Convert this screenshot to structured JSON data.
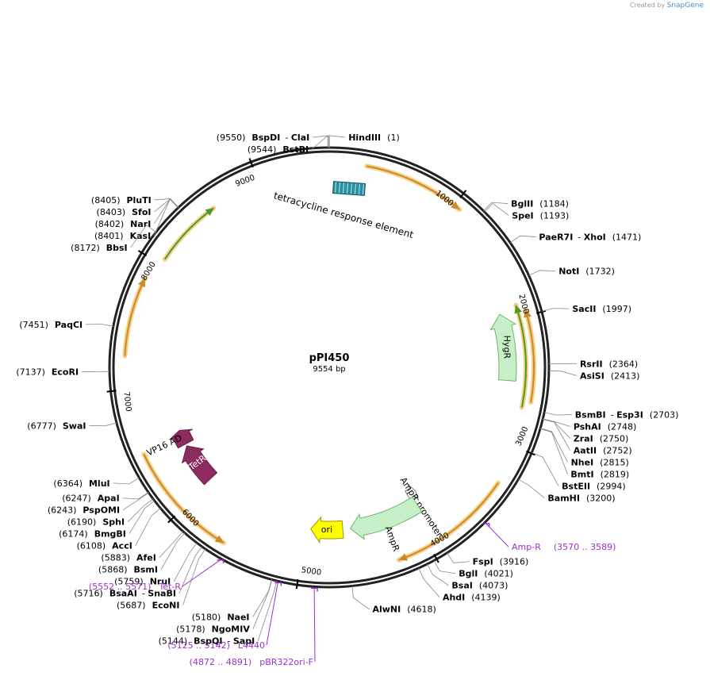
{
  "brand": {
    "created_by": "Created by",
    "logo": "SnapGene"
  },
  "plasmid": {
    "name": "pPI450",
    "length": "9554 bp",
    "total_bp": 9554
  },
  "ticks": [
    {
      "label": "1000",
      "bp": 1000
    },
    {
      "label": "2000",
      "bp": 2000
    },
    {
      "label": "3000",
      "bp": 3000
    },
    {
      "label": "4000",
      "bp": 4000
    },
    {
      "label": "5000",
      "bp": 5000
    },
    {
      "label": "6000",
      "bp": 6000
    },
    {
      "label": "7000",
      "bp": 7000
    },
    {
      "label": "8000",
      "bp": 8000
    },
    {
      "label": "9000",
      "bp": 9000
    }
  ],
  "features": [
    {
      "name": "tetracycline response element",
      "label": "tetracycline response element",
      "start": 9250,
      "end": 9554,
      "kind": "box",
      "color": "#2a8fa0"
    },
    {
      "name": "HygR",
      "label": "HygR",
      "start": 2500,
      "end": 1930,
      "kind": "arrow",
      "color": "#c8f0c8",
      "stroke": "#6bb56b"
    },
    {
      "name": "AmpR promoter",
      "label": "AmpR promoter",
      "start": 3940,
      "end": 3850,
      "kind": "arrow",
      "color": "#ffffff",
      "stroke": "#777777"
    },
    {
      "name": "AmpR",
      "label": "AmpR",
      "start": 3910,
      "end": 4580,
      "kind": "arrow",
      "color": "#c8f0c8",
      "stroke": "#6bb56b"
    },
    {
      "name": "ori",
      "label": "ori",
      "start": 4650,
      "end": 4950,
      "kind": "arrow",
      "color": "#ffff00",
      "stroke": "#999900"
    },
    {
      "name": "TetR",
      "label": "TetR",
      "start": 6020,
      "end": 6400,
      "kind": "arrow",
      "color": "#8c2b5e",
      "stroke": "#6a1e46"
    },
    {
      "name": "VP16 AD",
      "label": "VP16 AD",
      "start": 6420,
      "end": 6560,
      "kind": "arrow",
      "color": "#8c2b5e",
      "stroke": "#6a1e46"
    }
  ],
  "orfs": [
    {
      "name": "orf-1",
      "start": 280,
      "end": 1050,
      "color": "#c88a2b",
      "direction": 1
    },
    {
      "name": "orf-2",
      "start": 1950,
      "end": 2650,
      "color": "#c88a2b",
      "direction": -1
    },
    {
      "name": "orf-3",
      "start": 3300,
      "end": 4250,
      "color": "#c88a2b",
      "direction": 1
    },
    {
      "name": "orf-4",
      "start": 5600,
      "end": 6500,
      "color": "#c88a2b",
      "direction": -1
    },
    {
      "name": "orf-5",
      "start": 7250,
      "end": 7850,
      "color": "#c88a2b",
      "direction": 1
    },
    {
      "name": "green-1",
      "start": 1900,
      "end": 2700,
      "color": "#4a9a2a",
      "direction": -1
    },
    {
      "name": "green-2",
      "start": 8050,
      "end": 8600,
      "color": "#4a9a2a",
      "direction": 1
    }
  ],
  "sites": [
    {
      "name": "BspDI",
      "name2": "ClaI",
      "pos": "(9550)",
      "side": "left",
      "bp": 9550
    },
    {
      "name": "BstBI",
      "name2": "",
      "pos": "(9544)",
      "side": "left",
      "bp": 9544
    },
    {
      "name": "HindIII",
      "name2": "",
      "pos": "(1)",
      "side": "right",
      "bp": 1
    },
    {
      "name": "BglII",
      "name2": "",
      "pos": "(1184)",
      "side": "right",
      "bp": 1184
    },
    {
      "name": "SpeI",
      "name2": "",
      "pos": "(1193)",
      "side": "right",
      "bp": 1193
    },
    {
      "name": "PaeR7I",
      "name2": "XhoI",
      "pos": "(1471)",
      "side": "right",
      "bp": 1471
    },
    {
      "name": "NotI",
      "name2": "",
      "pos": "(1732)",
      "side": "right",
      "bp": 1732
    },
    {
      "name": "SacII",
      "name2": "",
      "pos": "(1997)",
      "side": "right",
      "bp": 1997
    },
    {
      "name": "RsrII",
      "name2": "",
      "pos": "(2364)",
      "side": "right",
      "bp": 2364
    },
    {
      "name": "AsiSI",
      "name2": "",
      "pos": "(2413)",
      "side": "right",
      "bp": 2413
    },
    {
      "name": "BsmBI",
      "name2": "Esp3I",
      "pos": "(2703)",
      "side": "right",
      "bp": 2703
    },
    {
      "name": "PshAI",
      "name2": "",
      "pos": "(2748)",
      "side": "right",
      "bp": 2748
    },
    {
      "name": "ZraI",
      "name2": "",
      "pos": "(2750)",
      "side": "right",
      "bp": 2750
    },
    {
      "name": "AatII",
      "name2": "",
      "pos": "(2752)",
      "side": "right",
      "bp": 2752
    },
    {
      "name": "NheI",
      "name2": "",
      "pos": "(2815)",
      "side": "right",
      "bp": 2815
    },
    {
      "name": "BmtI",
      "name2": "",
      "pos": "(2819)",
      "side": "right",
      "bp": 2819
    },
    {
      "name": "BstEII",
      "name2": "",
      "pos": "(2994)",
      "side": "right",
      "bp": 2994
    },
    {
      "name": "BamHI",
      "name2": "",
      "pos": "(3200)",
      "side": "right",
      "bp": 3200
    },
    {
      "name": "FspI",
      "name2": "",
      "pos": "(3916)",
      "side": "right",
      "bp": 3916
    },
    {
      "name": "BglI",
      "name2": "",
      "pos": "(4021)",
      "side": "right",
      "bp": 4021
    },
    {
      "name": "BsaI",
      "name2": "",
      "pos": "(4073)",
      "side": "right",
      "bp": 4073
    },
    {
      "name": "AhdI",
      "name2": "",
      "pos": "(4139)",
      "side": "right",
      "bp": 4139
    },
    {
      "name": "AlwNI",
      "name2": "",
      "pos": "(4618)",
      "side": "right",
      "bp": 4618
    },
    {
      "name": "NaeI",
      "name2": "",
      "pos": "(5180)",
      "side": "left",
      "bp": 5180
    },
    {
      "name": "NgoMIV",
      "name2": "",
      "pos": "(5178)",
      "side": "left",
      "bp": 5178
    },
    {
      "name": "BspQI",
      "name2": "SapI",
      "pos": "(5144)",
      "side": "left",
      "bp": 5144
    },
    {
      "name": "EcoNI",
      "name2": "",
      "pos": "(5687)",
      "side": "left",
      "bp": 5687
    },
    {
      "name": "BsaAI",
      "name2": "SnaBI",
      "pos": "(5716)",
      "side": "left",
      "bp": 5716
    },
    {
      "name": "NruI",
      "name2": "",
      "pos": "(5759)",
      "side": "left",
      "bp": 5759
    },
    {
      "name": "BsmI",
      "name2": "",
      "pos": "(5868)",
      "side": "left",
      "bp": 5868
    },
    {
      "name": "AfeI",
      "name2": "",
      "pos": "(5883)",
      "side": "left",
      "bp": 5883
    },
    {
      "name": "AccI",
      "name2": "",
      "pos": "(6108)",
      "side": "left",
      "bp": 6108
    },
    {
      "name": "BmgBI",
      "name2": "",
      "pos": "(6174)",
      "side": "left",
      "bp": 6174
    },
    {
      "name": "SphI",
      "name2": "",
      "pos": "(6190)",
      "side": "left",
      "bp": 6190
    },
    {
      "name": "PspOMI",
      "name2": "",
      "pos": "(6243)",
      "side": "left",
      "bp": 6243
    },
    {
      "name": "ApaI",
      "name2": "",
      "pos": "(6247)",
      "side": "left",
      "bp": 6247
    },
    {
      "name": "MluI",
      "name2": "",
      "pos": "(6364)",
      "side": "left",
      "bp": 6364
    },
    {
      "name": "SwaI",
      "name2": "",
      "pos": "(6777)",
      "side": "left",
      "bp": 6777
    },
    {
      "name": "EcoRI",
      "name2": "",
      "pos": "(7137)",
      "side": "left",
      "bp": 7137
    },
    {
      "name": "PaqCI",
      "name2": "",
      "pos": "(7451)",
      "side": "left",
      "bp": 7451
    },
    {
      "name": "BbsI",
      "name2": "",
      "pos": "(8172)",
      "side": "left",
      "bp": 8172
    },
    {
      "name": "KasI",
      "name2": "",
      "pos": "(8401)",
      "side": "left",
      "bp": 8401
    },
    {
      "name": "NarI",
      "name2": "",
      "pos": "(8402)",
      "side": "left",
      "bp": 8402
    },
    {
      "name": "SfoI",
      "name2": "",
      "pos": "(8403)",
      "side": "left",
      "bp": 8403
    },
    {
      "name": "PluTI",
      "name2": "",
      "pos": "(8405)",
      "side": "left",
      "bp": 8405
    }
  ],
  "primers": [
    {
      "name": "Amp-R",
      "range": "(3570 .. 3589)",
      "side": "right",
      "bp": 3580,
      "color": "#9b30d0"
    },
    {
      "name": "Tet-R",
      "range": "(5552 .. 5571)",
      "side": "left",
      "bp": 5560,
      "color": "#9b30d0"
    },
    {
      "name": "L4440",
      "range": "(5125 .. 5142)",
      "side": "left",
      "bp": 5133,
      "color": "#9b30d0"
    },
    {
      "name": "pBR322ori-F",
      "range": "(4872 .. 4891)",
      "side": "left",
      "bp": 4880,
      "color": "#9b30d0"
    }
  ]
}
